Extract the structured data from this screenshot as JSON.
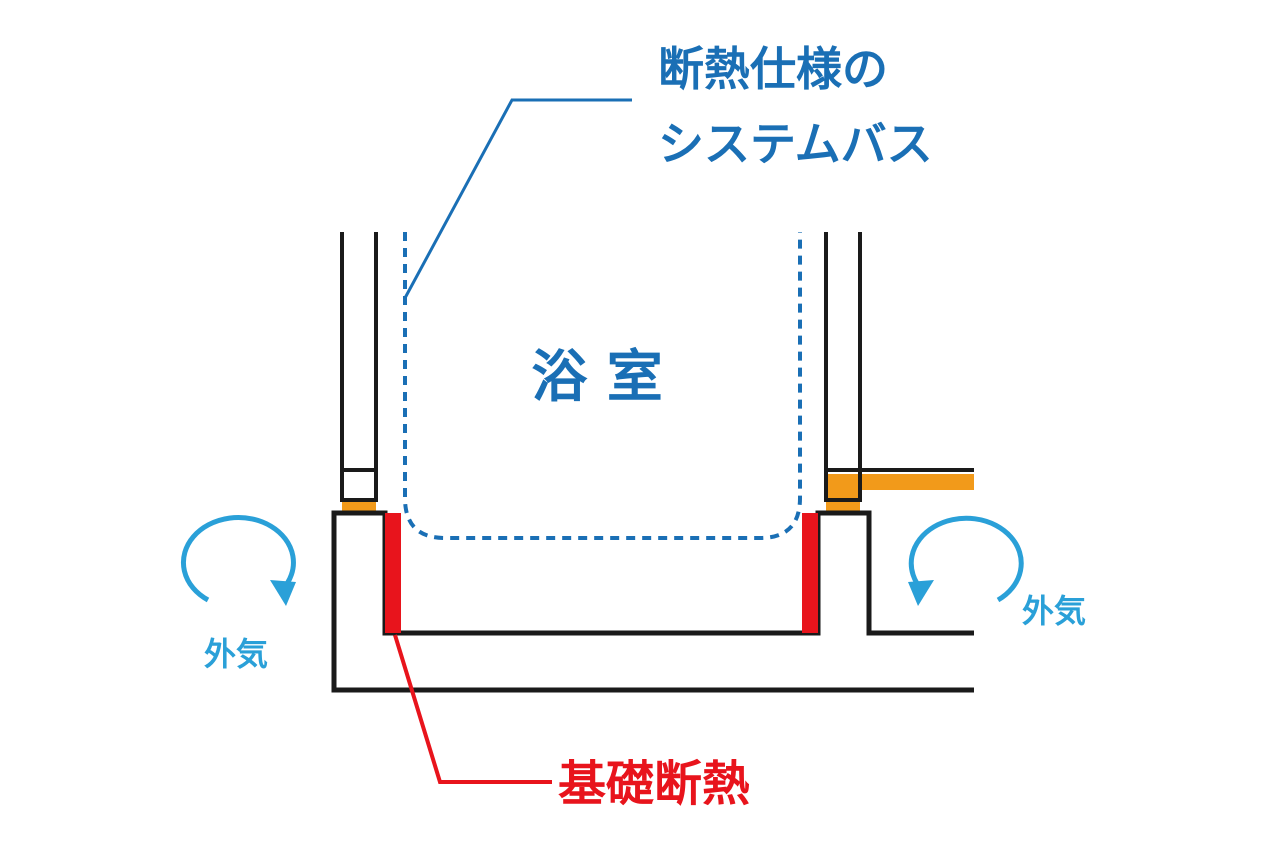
{
  "labels": {
    "system_bath_line1": "断熱仕様の",
    "system_bath_line2": "システムバス",
    "bathroom": "浴 室",
    "outside_air_left": "外気",
    "outside_air_right": "外気",
    "foundation_insulation": "基礎断熱"
  },
  "colors": {
    "wall": "#1a1a1a",
    "bath_insulation": "#1a6fb5",
    "foundation_insulation": "#e8141c",
    "sill": "#f29a1a",
    "outside_air": "#2aa0d8",
    "background": "#ffffff"
  }
}
